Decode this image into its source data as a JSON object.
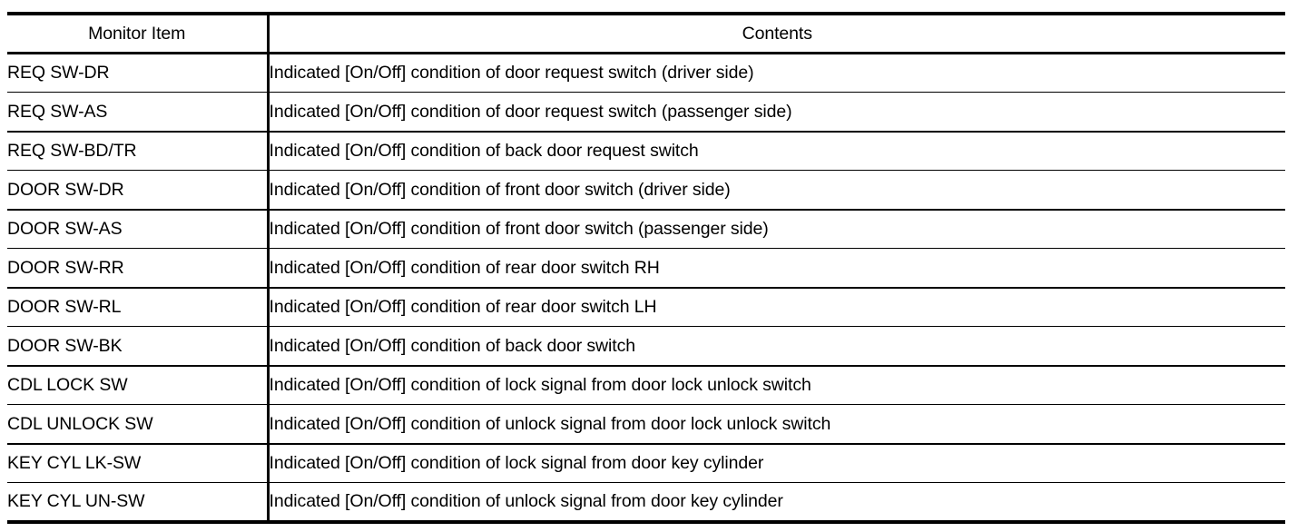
{
  "table": {
    "columns": [
      {
        "key": "monitor_item",
        "header": "Monitor Item"
      },
      {
        "key": "contents",
        "header": "Contents"
      }
    ],
    "rows": [
      {
        "monitor_item": "REQ SW-DR",
        "contents": "Indicated [On/Off] condition of door request switch (driver side)"
      },
      {
        "monitor_item": "REQ SW-AS",
        "contents": "Indicated [On/Off] condition of door request switch (passenger side)"
      },
      {
        "monitor_item": "REQ SW-BD/TR",
        "contents": "Indicated [On/Off] condition of back door request switch"
      },
      {
        "monitor_item": "DOOR SW-DR",
        "contents": "Indicated [On/Off] condition of front door switch (driver side)"
      },
      {
        "monitor_item": "DOOR SW-AS",
        "contents": "Indicated [On/Off] condition of front door switch (passenger side)"
      },
      {
        "monitor_item": "DOOR SW-RR",
        "contents": "Indicated [On/Off] condition of rear door switch RH"
      },
      {
        "monitor_item": "DOOR SW-RL",
        "contents": "Indicated [On/Off] condition of rear door switch LH"
      },
      {
        "monitor_item": "DOOR SW-BK",
        "contents": "Indicated [On/Off] condition of back door switch"
      },
      {
        "monitor_item": "CDL LOCK SW",
        "contents": "Indicated [On/Off] condition of lock signal from door lock unlock switch"
      },
      {
        "monitor_item": "CDL UNLOCK SW",
        "contents": "Indicated [On/Off] condition of unlock signal from door lock unlock switch"
      },
      {
        "monitor_item": "KEY CYL LK-SW",
        "contents": "Indicated [On/Off] condition of lock signal from door key cylinder"
      },
      {
        "monitor_item": "KEY CYL UN-SW",
        "contents": "Indicated [On/Off] condition of unlock signal from door key cylinder"
      }
    ]
  },
  "colors": {
    "rule": "#000000",
    "text": "#000000",
    "background": "#ffffff"
  }
}
